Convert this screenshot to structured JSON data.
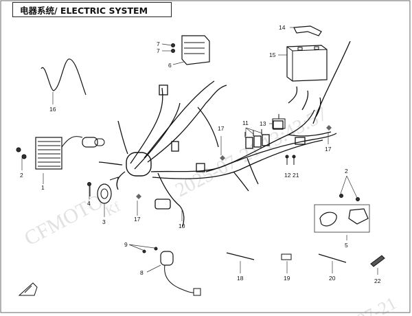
{
  "title": "电器系统/ ELECTRIC SYSTEM",
  "callouts": [
    {
      "id": "c1",
      "label": "1"
    },
    {
      "id": "c2a",
      "label": "2"
    },
    {
      "id": "c2b",
      "label": "2"
    },
    {
      "id": "c3",
      "label": "3"
    },
    {
      "id": "c4",
      "label": "4"
    },
    {
      "id": "c5",
      "label": "5"
    },
    {
      "id": "c6",
      "label": "6"
    },
    {
      "id": "c7a",
      "label": "7"
    },
    {
      "id": "c7b",
      "label": "7"
    },
    {
      "id": "c8",
      "label": "8"
    },
    {
      "id": "c9",
      "label": "9"
    },
    {
      "id": "c10",
      "label": "10"
    },
    {
      "id": "c11",
      "label": "11"
    },
    {
      "id": "c12",
      "label": "12"
    },
    {
      "id": "c13",
      "label": "13"
    },
    {
      "id": "c14",
      "label": "14"
    },
    {
      "id": "c15",
      "label": "15"
    },
    {
      "id": "c16",
      "label": "16"
    },
    {
      "id": "c17a",
      "label": "17"
    },
    {
      "id": "c17b",
      "label": "17"
    },
    {
      "id": "c17c",
      "label": "17"
    },
    {
      "id": "c18",
      "label": "18"
    },
    {
      "id": "c19",
      "label": "19"
    },
    {
      "id": "c20",
      "label": "20"
    },
    {
      "id": "c21a",
      "label": "21"
    },
    {
      "id": "c22",
      "label": "22"
    }
  ],
  "watermarks": {
    "brand": "CFMOTO",
    "date_main": "2025-07-21 13:43:57",
    "date_partial": "07-21",
    "fragment": "Kf"
  }
}
